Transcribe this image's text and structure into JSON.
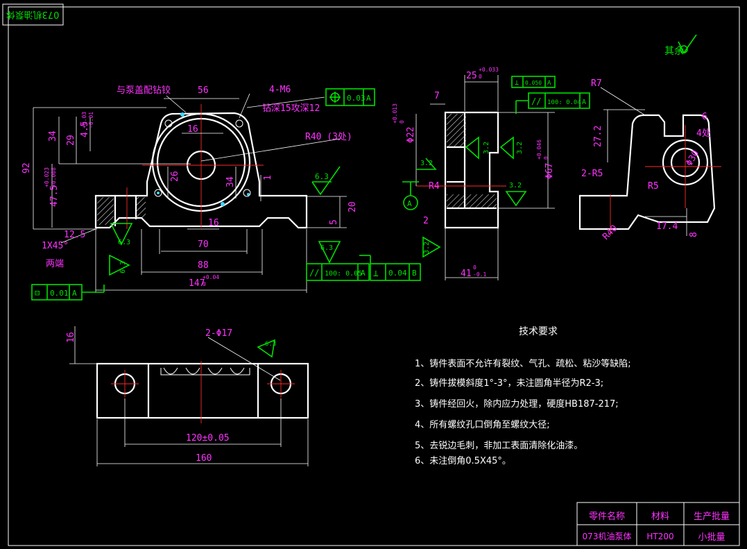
{
  "drawing": {
    "title_box": "073机油泵体",
    "surface_rest": "其余",
    "colors": {
      "background": "#000000",
      "lines": "#ffffff",
      "dimensions": "#ff00ff",
      "frames": "#00e000",
      "centerlines": "#ff2a2a",
      "text": "#ffffff"
    },
    "front_view": {
      "note_pump_cover": "与泵盖配钻铰",
      "note_thread": "4-M6",
      "note_drill": "钻深15攻深12",
      "note_radius": "R40 (3处)",
      "note_chamfer": "1X45°",
      "note_both_ends": "两端",
      "dims": {
        "d56": "56",
        "d16a": "16",
        "d34a": "34",
        "d29": "29",
        "d45": "4.5",
        "d45_tol_up": "+0.03",
        "d45_tol_lo": "-0.01",
        "d92": "92",
        "d26": "26",
        "d34b": "34",
        "d1": "1",
        "d47": "47.5",
        "d47_tol_up": "+0.023",
        "d47_tol_lo": "+0.008",
        "d20": "20",
        "d5": "5",
        "d16b": "16",
        "d70": "70",
        "d88": "88",
        "d147": "147",
        "d147_tol": "+0.04",
        "d147_tol_lo": "0",
        "d125": "12.5"
      },
      "roughness": {
        "r1": "6.3",
        "r2": "6.3",
        "r3": "6.3",
        "r4": "6.3"
      },
      "frames": {
        "pos": {
          "tol": "0.03",
          "datum": "A"
        },
        "par1": {
          "sym": "//",
          "tol": "100: 0.05",
          "datum": "A"
        },
        "perp": {
          "sym": "⊥",
          "tol": "0.04",
          "datum": "B"
        },
        "flat": {
          "sym": "⊟",
          "tol": "0.01",
          "datum": "A"
        }
      }
    },
    "section_view": {
      "d25": "25",
      "d25_tol": "+0.033",
      "d25_tol_lo": "0",
      "d7": "7",
      "d22": "Φ22",
      "d22_tol": "+0.013",
      "d22_tol_lo": "0",
      "d67": "Φ67",
      "d67_tol": "+0.046",
      "d67_tol_lo": "0",
      "r4": "R4",
      "d2": "2",
      "d41": "41",
      "d41_tol": "0",
      "d41_tol_lo": "-0.1",
      "datum_a": "A",
      "roughness": {
        "r1": "3.2",
        "r2": "3.2",
        "r3": "3.2",
        "r4": "3.2",
        "r5": "3.2"
      },
      "frames": {
        "perp": {
          "sym": "⊥",
          "tol": "0.050",
          "datum": "A"
        },
        "par": {
          "sym": "//",
          "tol": "100: 0.04",
          "datum": "A"
        }
      }
    },
    "side_view": {
      "r7": "R7",
      "d6": "6",
      "note_4": "4处",
      "d27": "27.2",
      "r5a": "2-R5",
      "r5b": "R5",
      "d17": "17.4",
      "d8": "8",
      "r40": "R40",
      "d30": "Φ30"
    },
    "top_view": {
      "d16": "16",
      "holes": "2-Φ17",
      "rough": "6.3",
      "d120": "120±0.05",
      "d160": "160"
    },
    "tech_req": {
      "title": "技术要求",
      "items": [
        "1、铸件表面不允许有裂纹、气孔、疏松、粘沙等缺陷;",
        "2、铸件拔模斜度1°-3°，未注圆角半径为R2-3;",
        "3、铸件经回火，除内应力处理，硬度HB187-217;",
        "4、所有螺纹孔口倒角至螺纹大径;",
        "5、去锐边毛刺，非加工表面清除化油漆。",
        "6、未注倒角0.5X45°。"
      ]
    },
    "title_block": {
      "h_name": "零件名称",
      "h_material": "材料",
      "h_batch": "生产批量",
      "v_name": "073机油泵体",
      "v_material": "HT200",
      "v_batch": "小批量"
    }
  }
}
